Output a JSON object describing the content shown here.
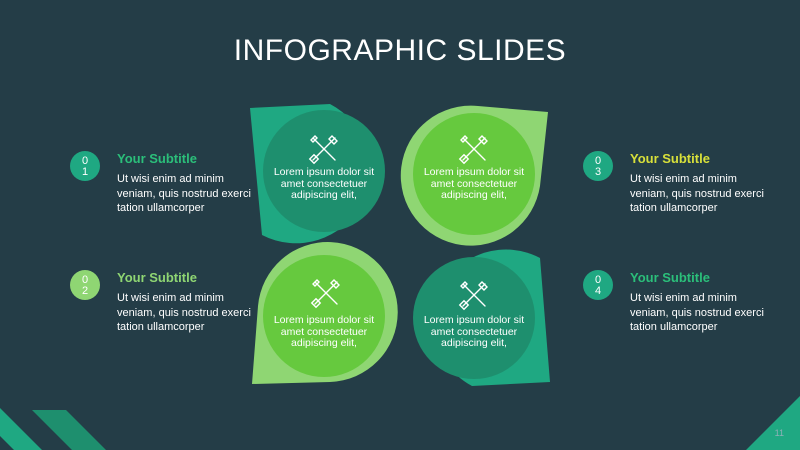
{
  "slide": {
    "title": "INFOGRAPHIC SLIDES",
    "page_number": "11"
  },
  "colors": {
    "background": "#243d47",
    "dark_green": "#1fa882",
    "dark_green_circle": "#1e8f6e",
    "mid_green": "#2bbf7a",
    "light_green": "#8fd673",
    "light_green_circle": "#66c93e",
    "accent_yellow": "#d8e03a"
  },
  "items": [
    {
      "number": "01",
      "subtitle": "Your Subtitle",
      "body": "Ut wisi enim ad minim veniam, quis nostrud exerci tation ullamcorper"
    },
    {
      "number": "02",
      "subtitle": "Your Subtitle",
      "body": "Ut wisi enim ad minim veniam, quis nostrud exerci tation ullamcorper"
    },
    {
      "number": "03",
      "subtitle": "Your Subtitle",
      "body": "Ut wisi enim ad minim veniam, quis nostrud exerci tation ullamcorper"
    },
    {
      "number": "04",
      "subtitle": "Your Subtitle",
      "body": "Ut wisi enim ad minim veniam, quis nostrud exerci tation ullamcorper"
    }
  ],
  "circles": [
    {
      "text": "Lorem ipsum dolor sit amet consectetuer adipiscing elit,",
      "icon": "tools-icon"
    },
    {
      "text": "Lorem ipsum dolor sit amet consectetuer adipiscing elit,",
      "icon": "tools-icon"
    },
    {
      "text": "Lorem ipsum dolor sit amet consectetuer adipiscing elit,",
      "icon": "tools-icon"
    },
    {
      "text": "Lorem ipsum dolor sit amet consectetuer adipiscing elit,",
      "icon": "tools-icon"
    }
  ]
}
